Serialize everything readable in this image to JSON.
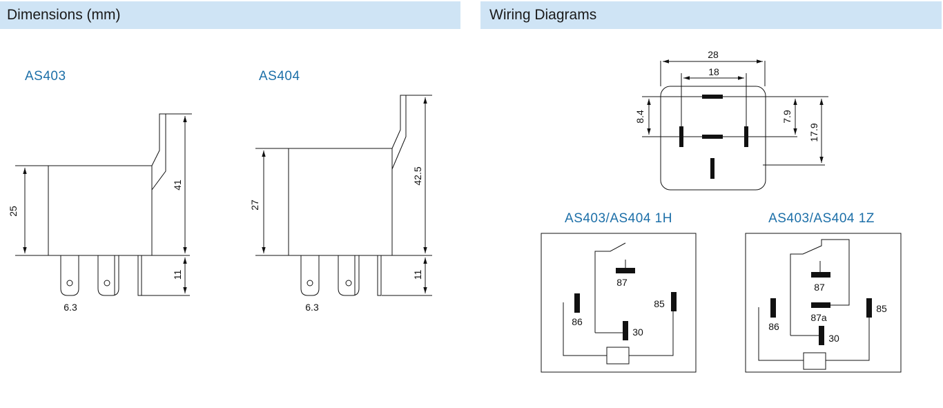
{
  "dimensions": {
    "header": "Dimensions (mm)",
    "as403": {
      "label": "AS403",
      "height_body": "25",
      "height_total": "41",
      "height_pins": "11",
      "pin_width": "6.3"
    },
    "as404": {
      "label": "AS404",
      "height_body": "27",
      "height_total": "42.5",
      "height_pins": "11",
      "pin_width": "6.3"
    }
  },
  "wiring": {
    "header": "Wiring Diagrams",
    "footprint": {
      "outer_width": "28",
      "inner_width": "18",
      "left_offset": "8.4",
      "right_offset": "7.9",
      "right_total": "17.9"
    },
    "diagram_1h": {
      "title": "AS403/AS404  1H",
      "pins": [
        "87",
        "86",
        "85",
        "30"
      ]
    },
    "diagram_1z": {
      "title": "AS403/AS404  1Z",
      "pins": [
        "87",
        "87a",
        "86",
        "85",
        "30"
      ]
    }
  }
}
